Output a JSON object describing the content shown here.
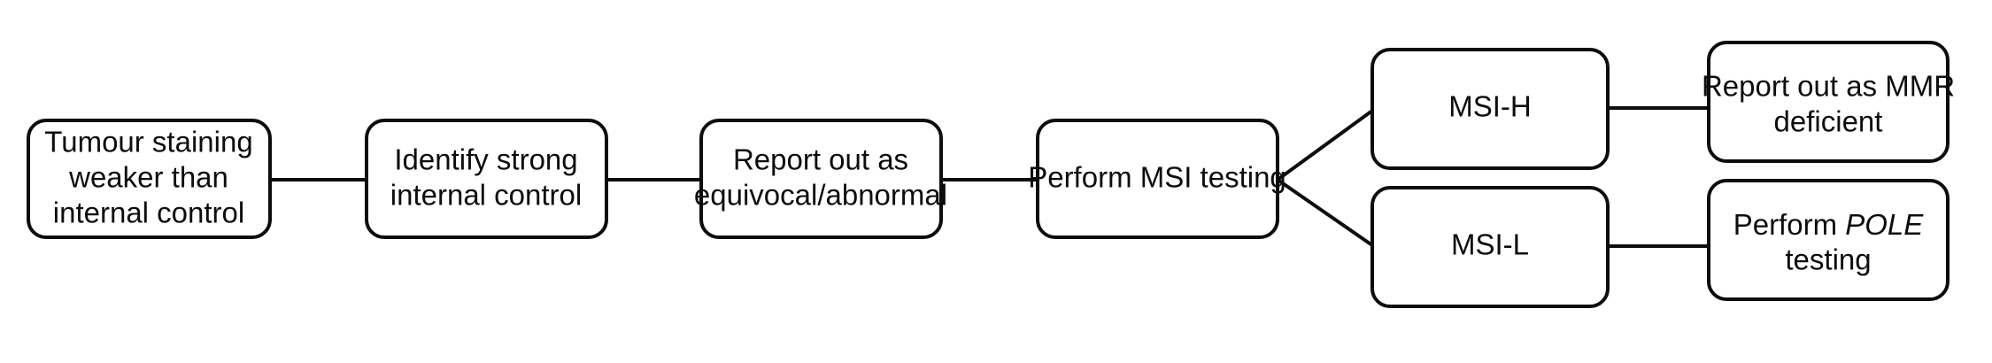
{
  "diagram": {
    "title": "MMR IHC equivocal staining workflow",
    "background_color": "#ffffff",
    "line_color": "#0d0d0d",
    "node_fill": "#ffffff",
    "nodes": [
      {
        "id": "tumour-staining-weaker",
        "lines": [
          "Tumour staining",
          "weaker than",
          "internal control"
        ]
      },
      {
        "id": "identify-strong-internal-control",
        "lines": [
          "Identify strong",
          "internal control"
        ]
      },
      {
        "id": "report-out-equivocal-abnormal",
        "lines": [
          "Report out as",
          "equivocal/abnormal"
        ]
      },
      {
        "id": "perform-msi-testing",
        "lines": [
          "Perform MSI testing"
        ]
      },
      {
        "id": "msi-h",
        "lines": [
          "MSI-H"
        ]
      },
      {
        "id": "msi-l",
        "lines": [
          "MSI-L"
        ]
      },
      {
        "id": "report-out-mmr-deficient",
        "lines": [
          "Report out as MMR",
          "deficient"
        ]
      },
      {
        "id": "perform-pole-testing",
        "lines": [
          "Perform POLE",
          "testing"
        ],
        "italic_word": "POLE"
      }
    ],
    "edges": [
      {
        "id": "edge-1",
        "from": "tumour-staining-weaker",
        "to": "identify-strong-internal-control",
        "style": "straight"
      },
      {
        "id": "edge-2",
        "from": "identify-strong-internal-control",
        "to": "report-out-equivocal-abnormal",
        "style": "straight"
      },
      {
        "id": "edge-3",
        "from": "report-out-equivocal-abnormal",
        "to": "perform-msi-testing",
        "style": "straight"
      },
      {
        "id": "edge-4",
        "from": "perform-msi-testing",
        "to": "msi-h",
        "style": "diagonal"
      },
      {
        "id": "edge-5",
        "from": "perform-msi-testing",
        "to": "msi-l",
        "style": "diagonal"
      },
      {
        "id": "edge-6",
        "from": "msi-h",
        "to": "report-out-mmr-deficient",
        "style": "straight"
      },
      {
        "id": "edge-7",
        "from": "msi-l",
        "to": "perform-pole-testing",
        "style": "straight"
      }
    ]
  }
}
